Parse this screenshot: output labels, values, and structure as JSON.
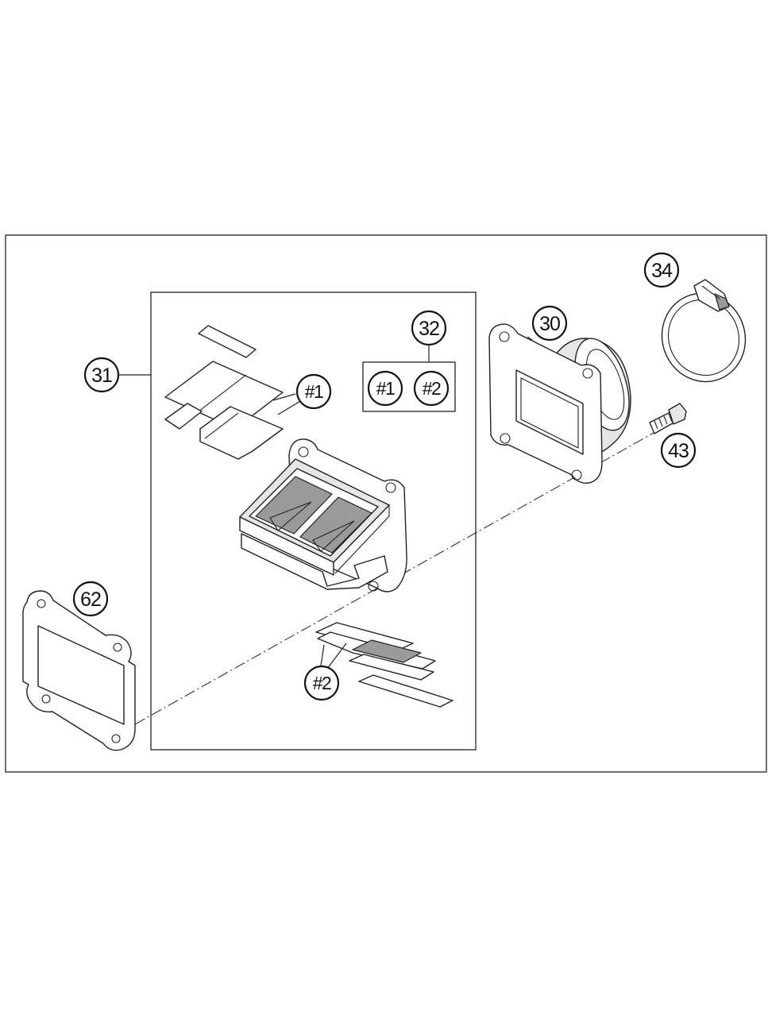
{
  "callouts": {
    "c30": "30",
    "c31": "31",
    "c32": "32",
    "c34": "34",
    "c43": "43",
    "c62": "62",
    "kit_1": "#1",
    "kit_2": "#2",
    "reed_1": "#1",
    "reed_2": "#2"
  },
  "colors": {
    "line": "#222222",
    "background": "#ffffff",
    "shade": "#e6e6e6"
  }
}
